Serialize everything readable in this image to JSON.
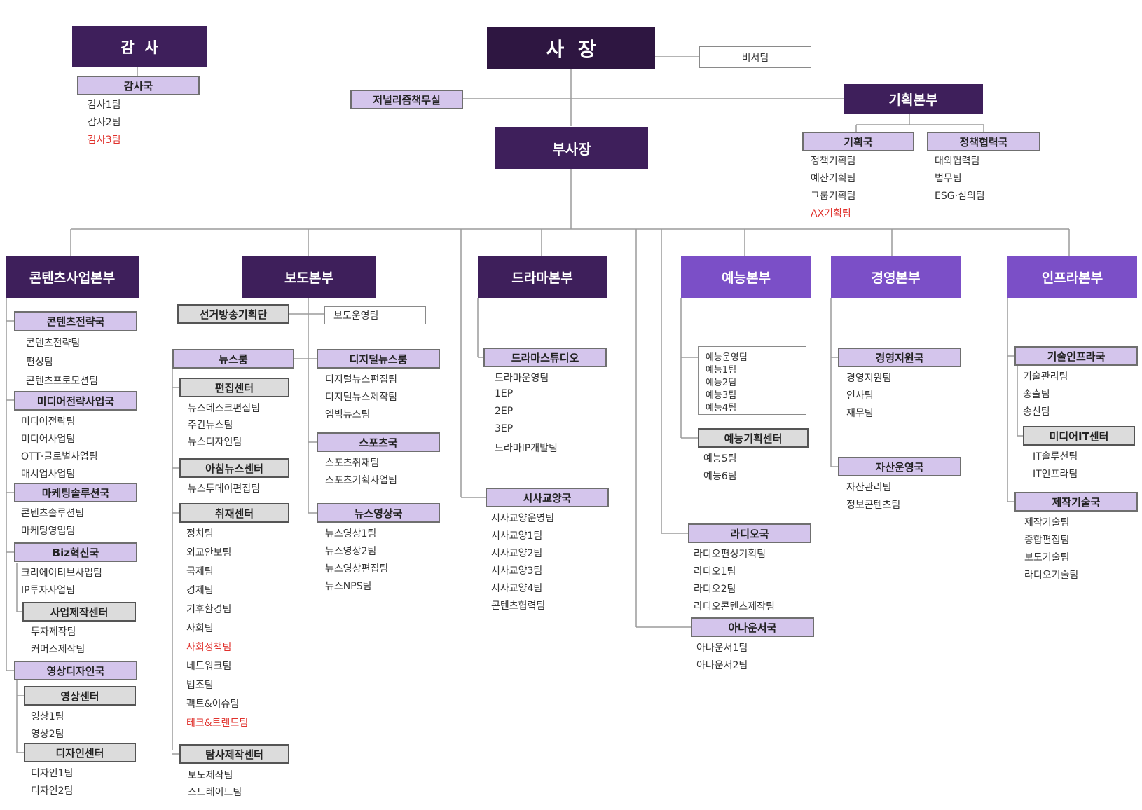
{
  "colors": {
    "division_dark": "#3e1f5b",
    "division_violet": "#7b4fc7",
    "bureau_lavender": "#d4c5ec",
    "center_gray": "#dcdcdc",
    "new_team_red": "#e0312c",
    "line": "#9b9b9b"
  },
  "top": {
    "audit": "감  사",
    "president": "사  장",
    "secretary": "비서팀",
    "journalism_office": "저널리즘책무실",
    "planning_hq": "기획본부",
    "vice_president": "부사장"
  },
  "audit_bureau": {
    "title": "감사국",
    "teams": [
      "감사1팀",
      "감사2팀",
      "감사3팀"
    ]
  },
  "planning": {
    "bureaus": [
      {
        "title": "기획국",
        "teams": [
          "정책기획팀",
          "예산기획팀",
          "그룹기획팀",
          "AX기획팀"
        ]
      },
      {
        "title": "정책협력국",
        "teams": [
          "대외협력팀",
          "법무팀",
          "ESG·심의팀"
        ]
      }
    ]
  },
  "divisions": [
    "콘텐츠사업본부",
    "보도본부",
    "드라마본부",
    "예능본부",
    "경영본부",
    "인프라본부"
  ],
  "content_biz": {
    "units": [
      {
        "title": "콘텐츠전략국",
        "teams": [
          "콘텐츠전략팀",
          "편성팀",
          "콘텐츠프로모션팀"
        ]
      },
      {
        "title": "미디어전략사업국",
        "teams": [
          "미디어전략팀",
          "미디어사업팀",
          "OTT·글로벌사업팀",
          "매시업사업팀"
        ]
      },
      {
        "title": "마케팅솔루션국",
        "teams": [
          "콘텐츠솔루션팀",
          "마케팅영업팀"
        ]
      },
      {
        "title": "Biz혁신국",
        "teams": [
          "크리에이티브사업팀",
          "IP투자사업팀"
        ]
      },
      {
        "title": "사업제작센터",
        "teams": [
          "투자제작팀",
          "커머스제작팀"
        ]
      },
      {
        "title": "영상디자인국",
        "teams": []
      },
      {
        "title": "영상센터",
        "teams": [
          "영상1팀",
          "영상2팀"
        ]
      },
      {
        "title": "디자인센터",
        "teams": [
          "디자인1팀",
          "디자인2팀"
        ]
      }
    ]
  },
  "news": {
    "election_planning": "선거방송기획단",
    "news_ops": "보도운영팀",
    "newsroom": "뉴스룸",
    "left_units": [
      {
        "title": "편집센터",
        "teams": [
          "뉴스데스크편집팀",
          "주간뉴스팀",
          "뉴스디자인팀"
        ]
      },
      {
        "title": "아침뉴스센터",
        "teams": [
          "뉴스투데이편집팀"
        ]
      },
      {
        "title": "취재센터",
        "teams": [
          "정치팀",
          "외교안보팀",
          "국제팀",
          "경제팀",
          "기후환경팀",
          "사회팀",
          "사회정책팀",
          "네트워크팀",
          "법조팀",
          "팩트&이슈팀",
          "테크&트렌드팀"
        ]
      },
      {
        "title": "탐사제작센터",
        "teams": [
          "보도제작팀",
          "스트레이트팀"
        ]
      }
    ],
    "right_units": [
      {
        "title": "디지털뉴스룸",
        "teams": [
          "디지털뉴스편집팀",
          "디지털뉴스제작팀",
          "엠빅뉴스팀"
        ]
      },
      {
        "title": "스포츠국",
        "teams": [
          "스포츠취재팀",
          "스포츠기획사업팀"
        ]
      },
      {
        "title": "뉴스영상국",
        "teams": [
          "뉴스영상1팀",
          "뉴스영상2팀",
          "뉴스영상편집팀",
          "뉴스NPS팀"
        ]
      }
    ]
  },
  "drama": {
    "units": [
      {
        "title": "드라마스튜디오",
        "teams": [
          "드라마운영팀",
          "1EP",
          "2EP",
          "3EP",
          "드라마IP개발팀"
        ]
      },
      {
        "title": "시사교양국",
        "teams": [
          "시사교양운영팀",
          "시사교양1팀",
          "시사교양2팀",
          "시사교양3팀",
          "시사교양4팀",
          "콘텐츠협력팀"
        ]
      }
    ]
  },
  "entertainment": {
    "direct_teams": [
      "예능운영팀",
      "예능1팀",
      "예능2팀",
      "예능3팀",
      "예능4팀"
    ],
    "units": [
      {
        "title": "예능기획센터",
        "teams": [
          "예능5팀",
          "예능6팀"
        ]
      },
      {
        "title": "라디오국",
        "teams": [
          "라디오편성기획팀",
          "라디오1팀",
          "라디오2팀",
          "라디오콘텐츠제작팀"
        ]
      },
      {
        "title": "아나운서국",
        "teams": [
          "아나운서1팀",
          "아나운서2팀"
        ]
      }
    ]
  },
  "management": {
    "units": [
      {
        "title": "경영지원국",
        "teams": [
          "경영지원팀",
          "인사팀",
          "재무팀"
        ]
      },
      {
        "title": "자산운영국",
        "teams": [
          "자산관리팀",
          "정보콘텐츠팀"
        ]
      }
    ]
  },
  "infra": {
    "units": [
      {
        "title": "기술인프라국",
        "teams": [
          "기술관리팀",
          "송출팀",
          "송신팀"
        ]
      },
      {
        "title": "미디어IT센터",
        "teams": [
          "IT솔루션팀",
          "IT인프라팀"
        ]
      },
      {
        "title": "제작기술국",
        "teams": [
          "제작기술팀",
          "종합편집팀",
          "보도기술팀",
          "라디오기술팀"
        ]
      }
    ]
  }
}
